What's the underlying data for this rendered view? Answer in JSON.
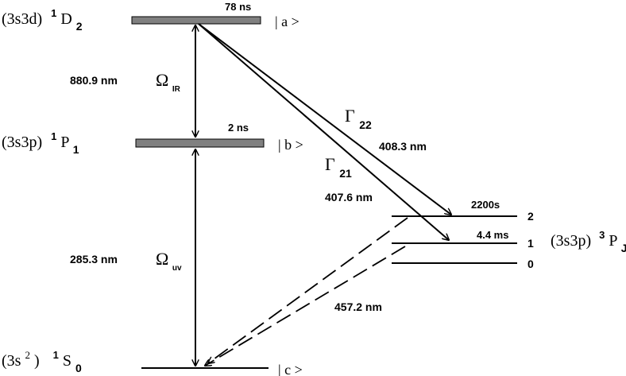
{
  "levels": {
    "a": {
      "term_config": "(3s3d)",
      "term_multiplicity": "1",
      "term_letter": "D",
      "term_j": "2",
      "ket": "| a >",
      "lifetime": "78 ns"
    },
    "b": {
      "term_config": "(3s3p)",
      "term_multiplicity": "1",
      "term_letter": "P",
      "term_j": "1",
      "ket": "| b >",
      "lifetime": "2 ns"
    },
    "c": {
      "term_config": "(3s",
      "term_config_sup": "2",
      "term_config_close": ")",
      "term_multiplicity": "1",
      "term_letter": "S",
      "term_j": "0",
      "ket": "| c >"
    },
    "triplet": {
      "term_config": "(3s3p)",
      "term_multiplicity": "3",
      "term_letter": "P",
      "term_j": "J",
      "sublevels": [
        {
          "j": "2",
          "lifetime": "2200s"
        },
        {
          "j": "1",
          "lifetime": "4.4 ms"
        },
        {
          "j": "0",
          "lifetime": ""
        }
      ]
    }
  },
  "transitions": {
    "ir": {
      "wavelength": "880.9 nm",
      "rabi_symbol": "Ω",
      "rabi_sub": "IR"
    },
    "uv": {
      "wavelength": "285.3 nm",
      "rabi_symbol": "Ω",
      "rabi_sub": "uv"
    },
    "decay22": {
      "wavelength": "408.3 nm",
      "symbol": "Γ",
      "sub": "22"
    },
    "decay21": {
      "wavelength": "407.6 nm",
      "symbol": "Γ",
      "sub": "21"
    },
    "intercomb": {
      "wavelength": "457.2 nm"
    }
  }
}
